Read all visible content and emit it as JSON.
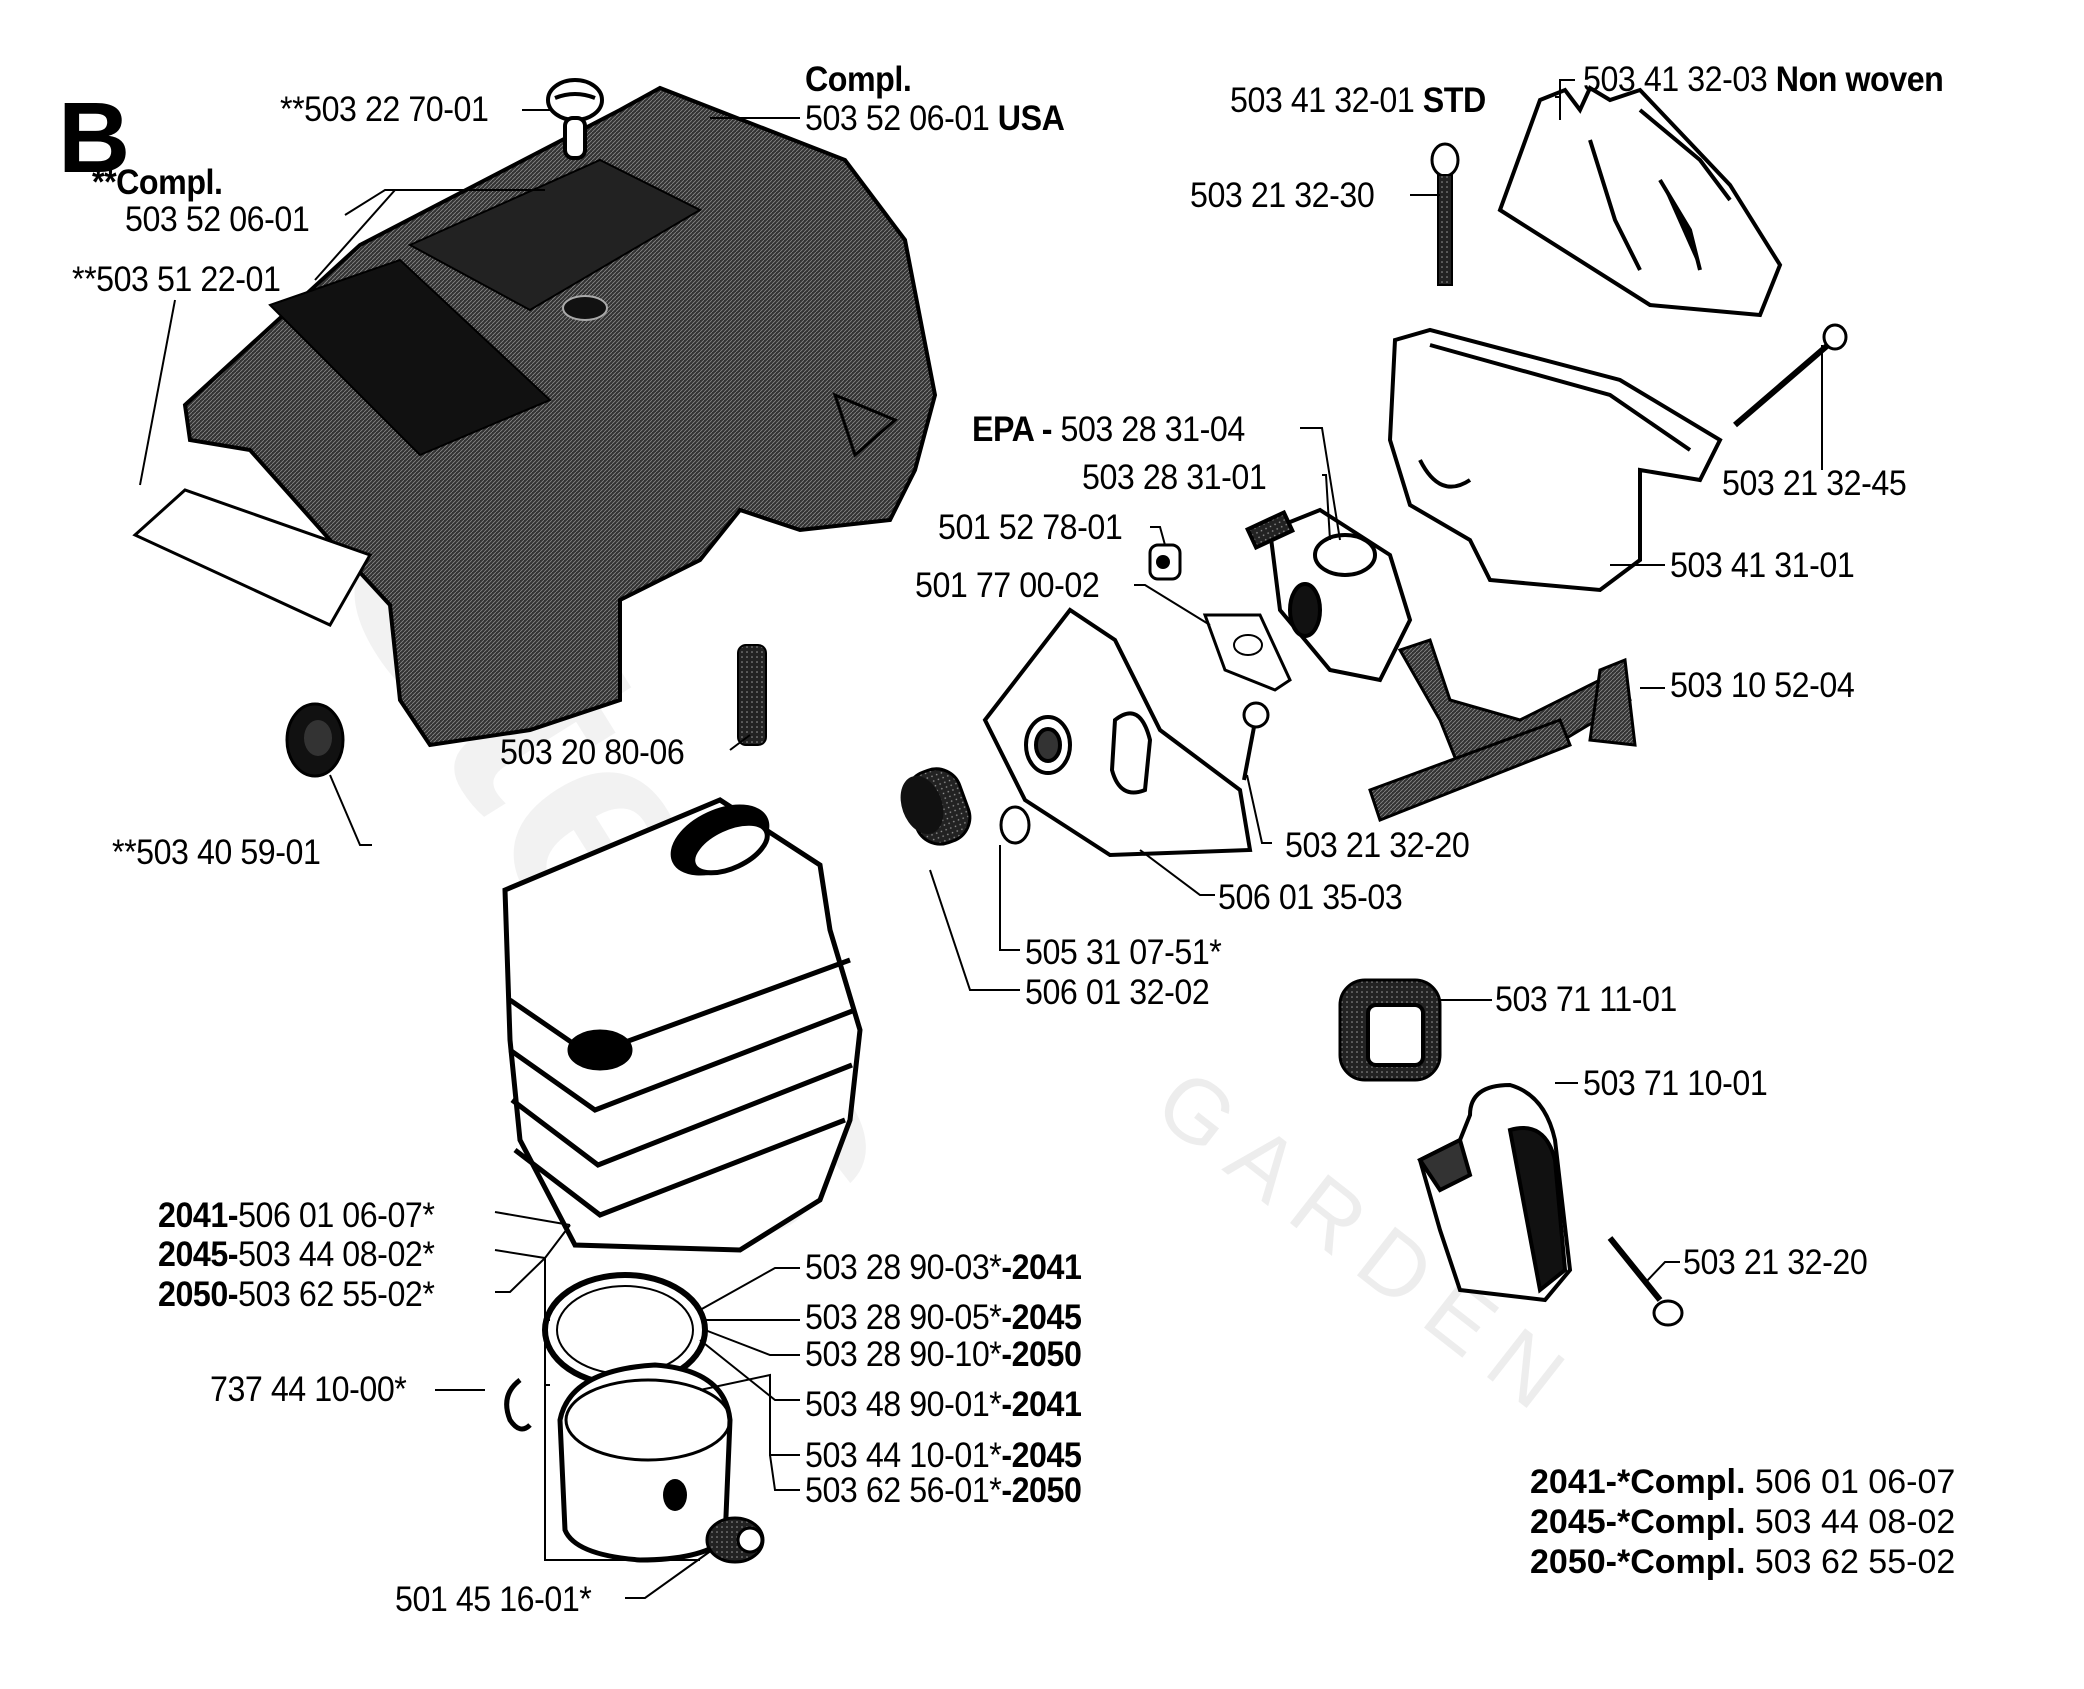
{
  "diagram": {
    "section_letter": "B",
    "watermark": {
      "brand": "Stens",
      "sub": "GARDEN"
    },
    "labels": {
      "top_left_filler_cap": {
        "prefix": "**",
        "part": "503 22 70-01"
      },
      "compl_left_heading": "**Compl.",
      "compl_left_part": "503 52 06-01",
      "cover_gasket": {
        "prefix": "**",
        "part": "503 51 22-01"
      },
      "compl_usa_heading": "Compl.",
      "compl_usa_part": "503 52 06-01",
      "compl_usa_tag": "USA",
      "air_filter_std": {
        "part": "503 41 32-01",
        "tag": "STD"
      },
      "air_filter_nonwoven": {
        "part": "503 41 32-03",
        "tag": "Non woven"
      },
      "screw_30": "503 21 32-30",
      "grommet": {
        "prefix": "**",
        "part": "503 40 59-01"
      },
      "carb_epa": {
        "tag": "EPA -",
        "part": "503 28 31-04"
      },
      "carb": "503 28 31-01",
      "nut": "501 52 78-01",
      "gasket": "501 77 00-02",
      "stud": "503 20 80-06",
      "screw_45": "503 21 32-45",
      "filter_holder": "503 41 31-01",
      "throttle_rod": "503 10 52-04",
      "screw_20a": "503 21 32-20",
      "intake": "506 01 35-03",
      "sleeve_small": "505 31 07-51*",
      "sleeve": "506 01 32-02",
      "foam": "503 71 11-01",
      "muffler_cover": "503 71 10-01",
      "screw_20b": "503 21 32-20",
      "cyl_2041": {
        "model": "2041-",
        "part": "506 01 06-07*"
      },
      "cyl_2045": {
        "model": "2045-",
        "part": "503 44 08-02*"
      },
      "cyl_2050": {
        "model": "2050-",
        "part": "503 62 55-02*"
      },
      "ring_2041": {
        "part": "503 28 90-03*",
        "model": "-2041"
      },
      "ring_2045": {
        "part": "503 28 90-05*",
        "model": "-2045"
      },
      "ring_2050": {
        "part": "503 28 90-10*",
        "model": "-2050"
      },
      "piston_2041": {
        "part": "503 48 90-01*",
        "model": "-2041"
      },
      "piston_2045": {
        "part": "503 44 10-01*",
        "model": "-2045"
      },
      "piston_2050": {
        "part": "503 62 56-01*",
        "model": "-2050"
      },
      "circlip": "737 44 10-00*",
      "bearing": "501 45 16-01*"
    },
    "legend": [
      {
        "model": "2041-*Compl.",
        "part": "506 01 06-07"
      },
      {
        "model": "2045-*Compl.",
        "part": "503 44 08-02"
      },
      {
        "model": "2050-*Compl.",
        "part": "503 62 55-02"
      }
    ]
  }
}
